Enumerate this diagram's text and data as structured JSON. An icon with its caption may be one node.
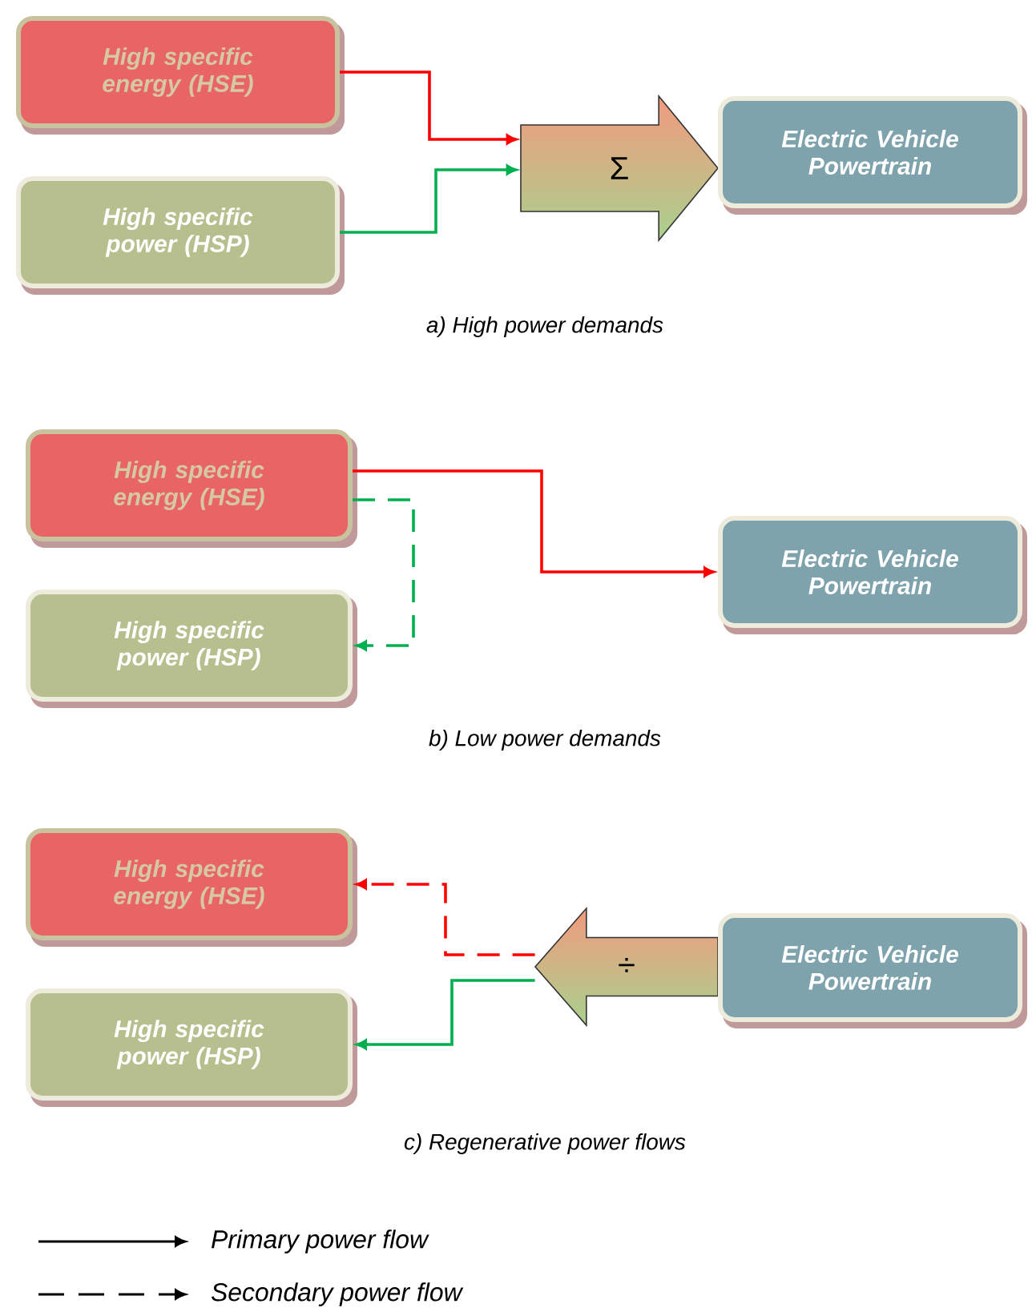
{
  "diagram": {
    "nodes": [
      {
        "text": [
          "High specific energy (HSE)"
        ]
      },
      {
        "text": [
          "High specific power (HSP)"
        ]
      },
      {
        "text": [
          "Σ"
        ]
      },
      {
        "text": [
          "Electric Vehicle Powertrain"
        ]
      },
      {
        "text": [
          "High specific energy (HSE)"
        ]
      },
      {
        "text": [
          "High specific power (HSP)"
        ]
      },
      {
        "text": [
          "Electric Vehicle Powertrain"
        ]
      },
      {
        "text": [
          "High specific energy (HSE)"
        ]
      },
      {
        "text": [
          "High specific power (HSP)"
        ]
      },
      {
        "text": [
          "÷"
        ]
      },
      {
        "text": [
          "Electric Vehicle Powertrain"
        ]
      }
    ],
    "edges": [
      {
        "from": 0,
        "to": 2,
        "arrow": "to",
        "color": "#ff0000"
      },
      {
        "from": 1,
        "to": 2,
        "arrow": "to",
        "color": "#00b050"
      },
      {
        "from": 4,
        "to": 6,
        "arrow": "to",
        "color": "#ff0000"
      },
      {
        "from": 4,
        "to": 5,
        "arrow": "to",
        "style": "dashed",
        "color": "#00b050"
      },
      {
        "from": 9,
        "to": 7,
        "arrow": "to",
        "style": "dashed",
        "color": "#ff0000"
      },
      {
        "from": 9,
        "to": 8,
        "arrow": "to",
        "color": "#00b050"
      }
    ],
    "labels": [
      "a) High power demands",
      "b) Low power demands",
      "c) Regenerative power flows"
    ],
    "legend": [
      {
        "text": "Primary power flow"
      },
      {
        "text": "Secondary power flow"
      }
    ]
  }
}
